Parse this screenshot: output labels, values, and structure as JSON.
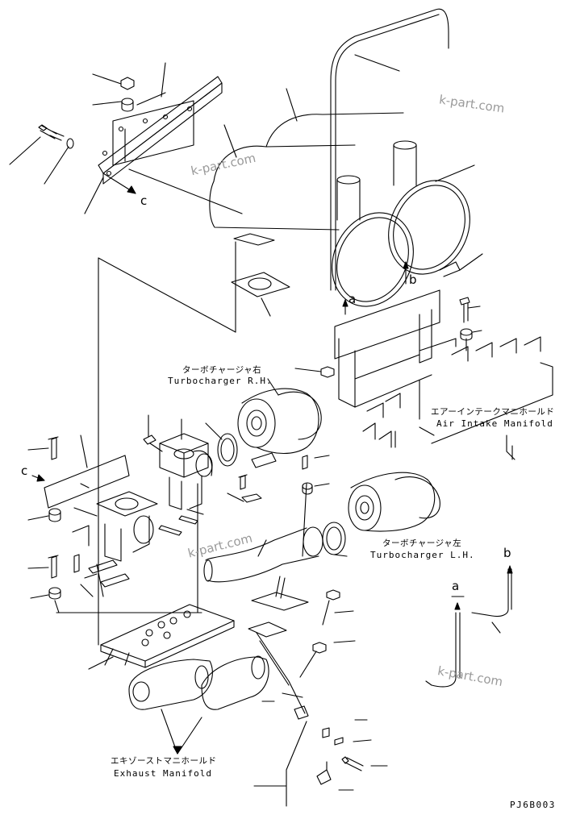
{
  "labels": {
    "turbo_rh_jp": "ターボチャージャ右",
    "turbo_rh_en": "Turbocharger R.H.",
    "turbo_lh_jp": "ターボチャージャ左",
    "turbo_lh_en": "Turbocharger L.H.",
    "air_intake_jp": "エアーインテークマニホールド",
    "air_intake_en": "Air Intake Manifold",
    "exhaust_jp": "エキゾーストマニホールド",
    "exhaust_en": "Exhaust Manifold"
  },
  "refs": {
    "a": "a",
    "b": "b",
    "c": "c"
  },
  "watermark": "k-part.com",
  "drawing_code": "PJ6B003"
}
